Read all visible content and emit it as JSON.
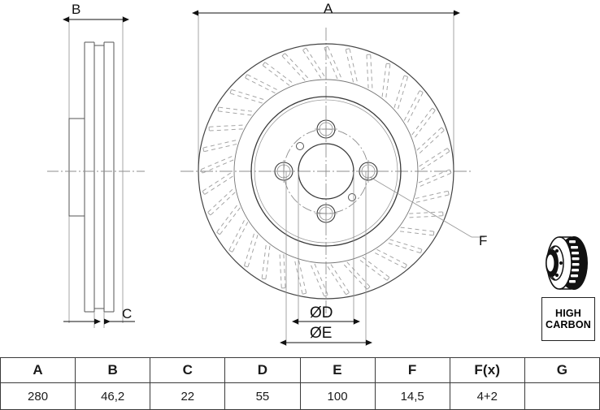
{
  "drawing": {
    "type": "brake-disc-technical-drawing",
    "dimension_labels": {
      "A": "A",
      "B": "B",
      "C": "C",
      "F": "F",
      "D": "ØD",
      "E": "ØE"
    }
  },
  "badge": {
    "line1": "HIGH",
    "line2": "CARBON",
    "icon": "brake-disc-3d-icon"
  },
  "spec_table": {
    "headers": [
      "A",
      "B",
      "C",
      "D",
      "E",
      "F",
      "F(x)",
      "G"
    ],
    "values": [
      "280",
      "46,2",
      "22",
      "55",
      "100",
      "14,5",
      "4+2",
      ""
    ]
  },
  "colors": {
    "line": "#555555",
    "line_dark": "#222222",
    "dash": "#9a9a9a",
    "text": "#111111",
    "table_border": "#3a3a3a"
  }
}
